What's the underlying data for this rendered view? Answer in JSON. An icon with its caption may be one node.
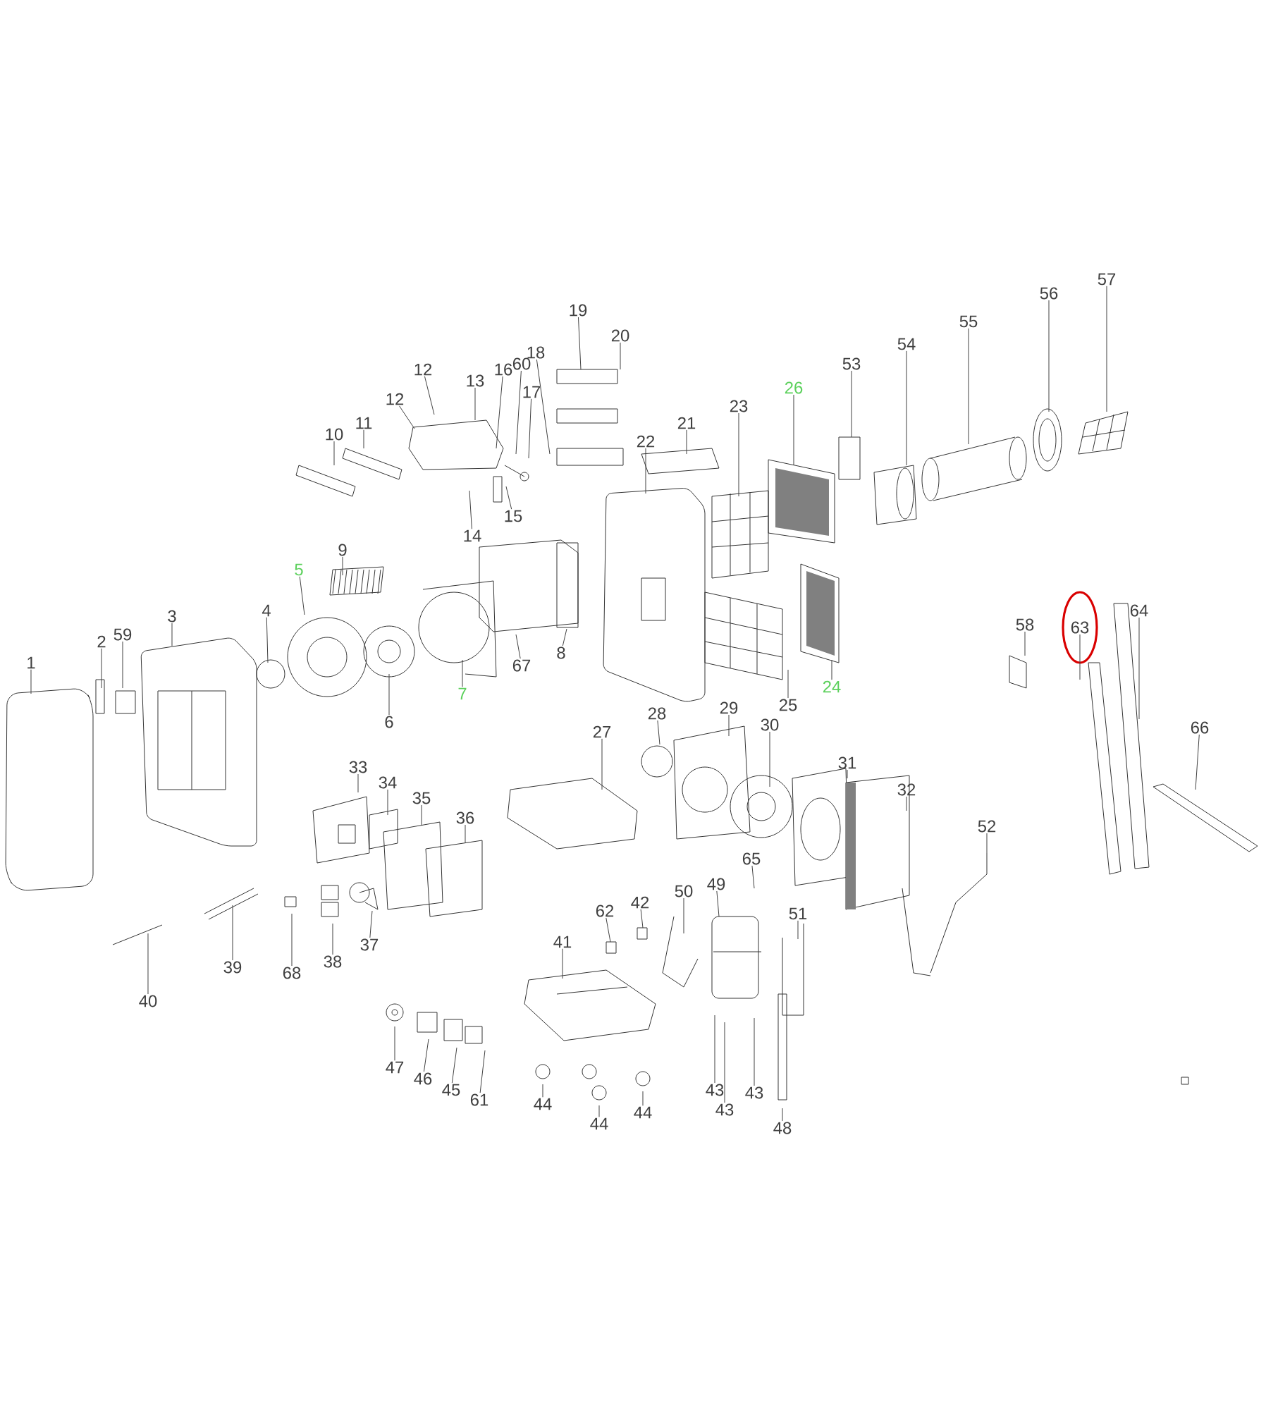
{
  "diagram": {
    "nodes": [
      {
        "text": [
          "19"
        ]
      },
      {
        "text": [
          "20"
        ]
      },
      {
        "text": [
          "18"
        ]
      },
      {
        "text": [
          "57"
        ]
      },
      {
        "text": [
          "56"
        ]
      },
      {
        "text": [
          "55"
        ]
      },
      {
        "text": [
          "54"
        ]
      },
      {
        "text": [
          "53"
        ]
      },
      {
        "text": [
          "12"
        ]
      },
      {
        "text": [
          "13"
        ]
      },
      {
        "text": [
          "16"
        ]
      },
      {
        "text": [
          "60"
        ]
      },
      {
        "text": [
          "17"
        ]
      },
      {
        "text": [
          "26"
        ]
      },
      {
        "text": [
          "23"
        ]
      },
      {
        "text": [
          "12"
        ]
      },
      {
        "text": [
          "11"
        ]
      },
      {
        "text": [
          "21"
        ]
      },
      {
        "text": [
          "10"
        ]
      },
      {
        "text": [
          "22"
        ]
      },
      {
        "text": [
          "15"
        ]
      },
      {
        "text": [
          "14"
        ]
      },
      {
        "text": [
          "9"
        ]
      },
      {
        "text": [
          "5"
        ]
      },
      {
        "text": [
          "4"
        ]
      },
      {
        "text": [
          "64"
        ]
      },
      {
        "text": [
          "3"
        ]
      },
      {
        "text": [
          "58"
        ]
      },
      {
        "text": [
          "63"
        ]
      },
      {
        "text": [
          "59"
        ]
      },
      {
        "text": [
          "2"
        ]
      },
      {
        "text": [
          "8"
        ]
      },
      {
        "text": [
          "1"
        ]
      },
      {
        "text": [
          "67"
        ]
      },
      {
        "text": [
          "24"
        ]
      },
      {
        "text": [
          "7"
        ]
      },
      {
        "text": [
          "25"
        ]
      },
      {
        "text": [
          "29"
        ]
      },
      {
        "text": [
          "28"
        ]
      },
      {
        "text": [
          "6"
        ]
      },
      {
        "text": [
          "30"
        ]
      },
      {
        "text": [
          "66"
        ]
      },
      {
        "text": [
          "27"
        ]
      },
      {
        "text": [
          "31"
        ]
      },
      {
        "text": [
          "33"
        ]
      },
      {
        "text": [
          "34"
        ]
      },
      {
        "text": [
          "32"
        ]
      },
      {
        "text": [
          "35"
        ]
      },
      {
        "text": [
          "36"
        ]
      },
      {
        "text": [
          "52"
        ]
      },
      {
        "text": [
          "65"
        ]
      },
      {
        "text": [
          "49"
        ]
      },
      {
        "text": [
          "50"
        ]
      },
      {
        "text": [
          "42"
        ]
      },
      {
        "text": [
          "62"
        ]
      },
      {
        "text": [
          "51"
        ]
      },
      {
        "text": [
          "41"
        ]
      },
      {
        "text": [
          "37"
        ]
      },
      {
        "text": [
          "38"
        ]
      },
      {
        "text": [
          "39"
        ]
      },
      {
        "text": [
          "68"
        ]
      },
      {
        "text": [
          "40"
        ]
      },
      {
        "text": [
          "47"
        ]
      },
      {
        "text": [
          "46"
        ]
      },
      {
        "text": [
          "43"
        ]
      },
      {
        "text": [
          "45"
        ]
      },
      {
        "text": [
          "43"
        ]
      },
      {
        "text": [
          "61"
        ]
      },
      {
        "text": [
          "43"
        ]
      },
      {
        "text": [
          "44"
        ]
      },
      {
        "text": [
          "44"
        ]
      },
      {
        "text": [
          "44"
        ]
      },
      {
        "text": [
          "48"
        ]
      }
    ],
    "edges": [
      {
        "from": 0,
        "to": null,
        "arrow": "none"
      },
      {
        "from": 1,
        "to": null,
        "arrow": "none"
      },
      {
        "from": 2,
        "to": null,
        "arrow": "none"
      },
      {
        "from": 3,
        "to": null,
        "arrow": "none"
      },
      {
        "from": 4,
        "to": null,
        "arrow": "none"
      },
      {
        "from": 5,
        "to": null,
        "arrow": "none"
      },
      {
        "from": 6,
        "to": null,
        "arrow": "none"
      },
      {
        "from": 7,
        "to": null,
        "arrow": "none"
      },
      {
        "from": 8,
        "to": null,
        "arrow": "none"
      },
      {
        "from": 9,
        "to": null,
        "arrow": "none"
      },
      {
        "from": 10,
        "to": null,
        "arrow": "none"
      },
      {
        "from": 11,
        "to": null,
        "arrow": "none"
      },
      {
        "from": 12,
        "to": null,
        "arrow": "none"
      },
      {
        "from": 13,
        "to": null,
        "arrow": "none"
      },
      {
        "from": 14,
        "to": null,
        "arrow": "none"
      },
      {
        "from": 15,
        "to": null,
        "arrow": "none"
      },
      {
        "from": 16,
        "to": null,
        "arrow": "none"
      },
      {
        "from": 17,
        "to": null,
        "arrow": "none"
      },
      {
        "from": 18,
        "to": null,
        "arrow": "none"
      },
      {
        "from": 19,
        "to": null,
        "arrow": "none"
      },
      {
        "from": 20,
        "to": null,
        "arrow": "none"
      },
      {
        "from": 21,
        "to": null,
        "arrow": "none"
      },
      {
        "from": 22,
        "to": null,
        "arrow": "none"
      },
      {
        "from": 23,
        "to": null,
        "arrow": "none"
      },
      {
        "from": 24,
        "to": null,
        "arrow": "none"
      },
      {
        "from": 25,
        "to": null,
        "arrow": "none"
      },
      {
        "from": 26,
        "to": null,
        "arrow": "none"
      },
      {
        "from": 27,
        "to": null,
        "arrow": "none"
      },
      {
        "from": 28,
        "to": null,
        "arrow": "none"
      },
      {
        "from": 29,
        "to": null,
        "arrow": "none"
      },
      {
        "from": 30,
        "to": null,
        "arrow": "none"
      },
      {
        "from": 31,
        "to": null,
        "arrow": "none"
      },
      {
        "from": 32,
        "to": null,
        "arrow": "none"
      },
      {
        "from": 33,
        "to": null,
        "arrow": "none"
      },
      {
        "from": 34,
        "to": null,
        "arrow": "none"
      },
      {
        "from": 35,
        "to": null,
        "arrow": "none"
      },
      {
        "from": 36,
        "to": null,
        "arrow": "none"
      },
      {
        "from": 37,
        "to": null,
        "arrow": "none"
      },
      {
        "from": 38,
        "to": null,
        "arrow": "none"
      },
      {
        "from": 39,
        "to": null,
        "arrow": "none"
      },
      {
        "from": 40,
        "to": null,
        "arrow": "none"
      },
      {
        "from": 41,
        "to": null,
        "arrow": "none"
      },
      {
        "from": 42,
        "to": null,
        "arrow": "none"
      },
      {
        "from": 43,
        "to": null,
        "arrow": "none"
      },
      {
        "from": 44,
        "to": null,
        "arrow": "none"
      },
      {
        "from": 45,
        "to": null,
        "arrow": "none"
      },
      {
        "from": 46,
        "to": null,
        "arrow": "none"
      },
      {
        "from": 47,
        "to": null,
        "arrow": "none"
      },
      {
        "from": 48,
        "to": null,
        "arrow": "none"
      },
      {
        "from": 49,
        "to": null,
        "arrow": "none"
      },
      {
        "from": 50,
        "to": null,
        "arrow": "none"
      },
      {
        "from": 51,
        "to": null,
        "arrow": "none"
      },
      {
        "from": 52,
        "to": null,
        "arrow": "none"
      },
      {
        "from": 53,
        "to": null,
        "arrow": "none"
      },
      {
        "from": 54,
        "to": null,
        "arrow": "none"
      },
      {
        "from": 55,
        "to": null,
        "arrow": "none"
      },
      {
        "from": 56,
        "to": null,
        "arrow": "none"
      },
      {
        "from": 57,
        "to": null,
        "arrow": "none"
      },
      {
        "from": 58,
        "to": null,
        "arrow": "none"
      },
      {
        "from": 59,
        "to": null,
        "arrow": "none"
      },
      {
        "from": 60,
        "to": null,
        "arrow": "none"
      },
      {
        "from": 61,
        "to": null,
        "arrow": "none"
      },
      {
        "from": 62,
        "to": null,
        "arrow": "none"
      },
      {
        "from": 63,
        "to": null,
        "arrow": "none"
      },
      {
        "from": 64,
        "to": null,
        "arrow": "none"
      },
      {
        "from": 65,
        "to": null,
        "arrow": "none"
      },
      {
        "from": 66,
        "to": null,
        "arrow": "none"
      },
      {
        "from": 67,
        "to": null,
        "arrow": "none"
      },
      {
        "from": 68,
        "to": null,
        "arrow": "none"
      },
      {
        "from": 69,
        "to": null,
        "arrow": "none"
      },
      {
        "from": 70,
        "to": null,
        "arrow": "none"
      },
      {
        "from": 71,
        "to": null,
        "arrow": "none"
      },
      {
        "from": 72,
        "to": null,
        "arrow": "none"
      }
    ]
  }
}
